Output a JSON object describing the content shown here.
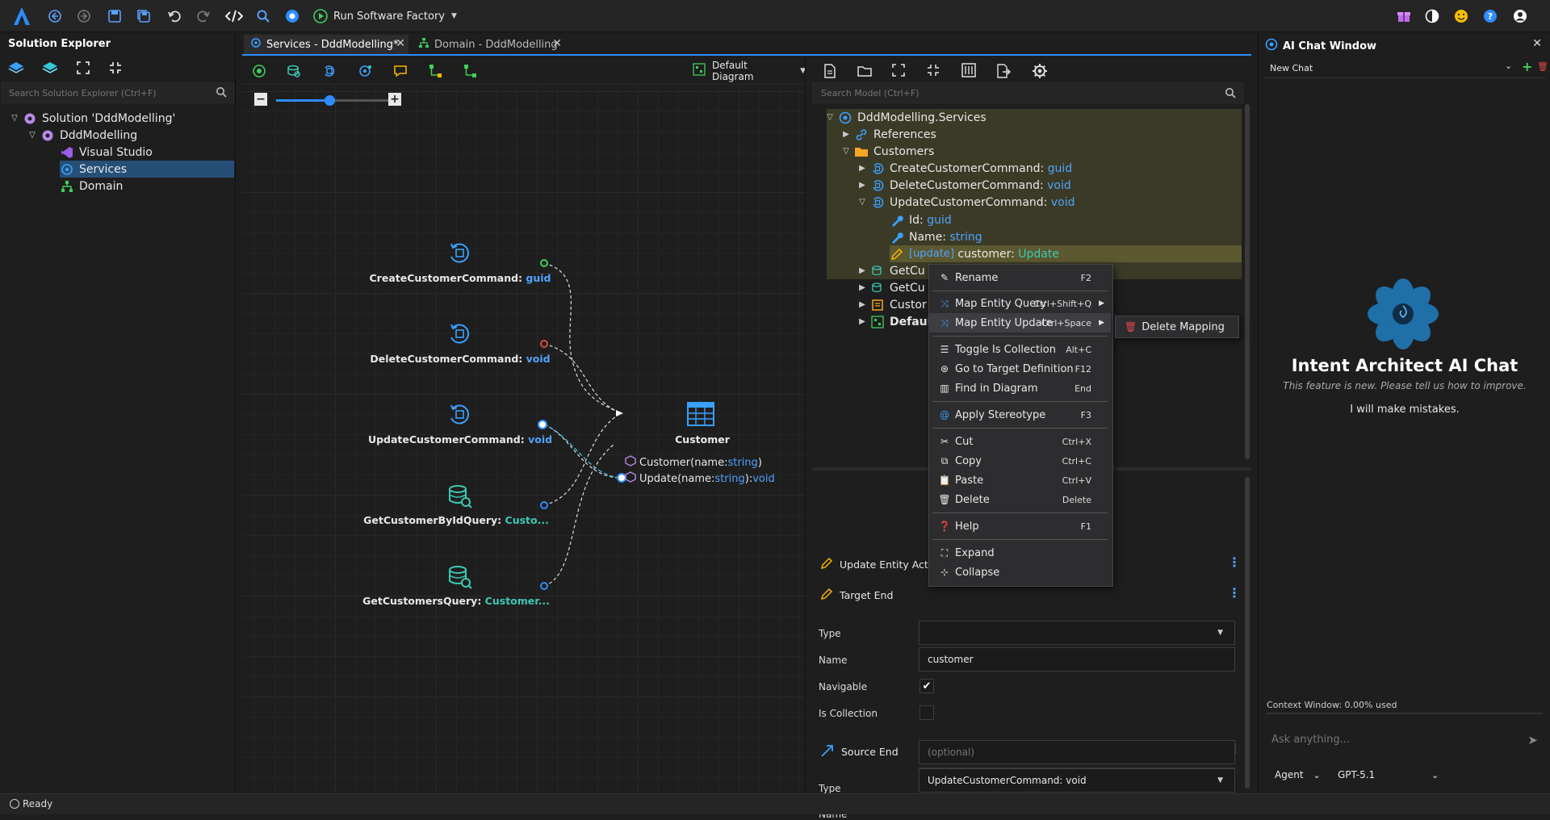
{
  "toolbar": {
    "run_label": "Run Software Factory"
  },
  "solution_explorer": {
    "title": "Solution Explorer",
    "search_placeholder": "Search Solution Explorer (Ctrl+F)",
    "tree": [
      {
        "label": "Solution 'DddModelling'"
      },
      {
        "label": "DddModelling"
      },
      {
        "label": "Visual Studio"
      },
      {
        "label": "Services"
      },
      {
        "label": "Domain"
      }
    ]
  },
  "tabs": [
    {
      "label": "Services - DddModelling*"
    },
    {
      "label": "Domain - DddModelling"
    }
  ],
  "diagram": {
    "selector_label": "Default Diagram",
    "zoom_level": 0.47,
    "nodes": [
      {
        "name": "CreateCustomerCommand",
        "type": "guid"
      },
      {
        "name": "DeleteCustomerCommand",
        "type": "void"
      },
      {
        "name": "UpdateCustomerCommand",
        "type": "void"
      },
      {
        "name": "GetCustomerByIdQuery",
        "type": "Custo..."
      },
      {
        "name": "GetCustomersQuery",
        "type": "Customer..."
      }
    ],
    "entity": {
      "name": "Customer",
      "ops": [
        {
          "name": "Customer",
          "params": "(name: ",
          "ptype": "string",
          "close": ")",
          "ret": ""
        },
        {
          "name": "Update",
          "params": "(name: ",
          "ptype": "string",
          "close": "): ",
          "ret": "void"
        }
      ]
    }
  },
  "model": {
    "search_placeholder": "Search Model (Ctrl+F)",
    "tree": {
      "root": "DddModelling.Services",
      "references": "References",
      "customers": "Customers",
      "create": {
        "name": "CreateCustomerCommand:",
        "type": "guid"
      },
      "delete": {
        "name": "DeleteCustomerCommand:",
        "type": "void"
      },
      "update": {
        "name": "UpdateCustomerCommand:",
        "type": "void"
      },
      "id": {
        "name": "Id:",
        "type": "guid"
      },
      "namefield": {
        "name": "Name:",
        "type": "string"
      },
      "mapping": {
        "stereotype": "[update]",
        "name": "customer:",
        "type": "Update"
      },
      "getcu1": "GetCu",
      "getcu2": "GetCu",
      "custo": "Custor",
      "default": "Default I"
    }
  },
  "context_menu": {
    "items": [
      {
        "label": "Rename",
        "shortcut": "F2"
      },
      {
        "label": "Map Entity Query",
        "shortcut": "Ctrl+Shift+Q"
      },
      {
        "label": "Map Entity Update",
        "shortcut": "Ctrl+Space"
      },
      {
        "label": "Toggle Is Collection",
        "shortcut": "Alt+C"
      },
      {
        "label": "Go to Target Definition",
        "shortcut": "F12"
      },
      {
        "label": "Find in Diagram",
        "shortcut": "End"
      },
      {
        "label": "Apply Stereotype",
        "shortcut": "F3"
      },
      {
        "label": "Cut",
        "shortcut": "Ctrl+X"
      },
      {
        "label": "Copy",
        "shortcut": "Ctrl+C"
      },
      {
        "label": "Paste",
        "shortcut": "Ctrl+V"
      },
      {
        "label": "Delete",
        "shortcut": "Delete"
      },
      {
        "label": "Help",
        "shortcut": "F1"
      },
      {
        "label": "Expand",
        "shortcut": ""
      },
      {
        "label": "Collapse",
        "shortcut": ""
      }
    ],
    "submenu": {
      "label": "Delete Mapping"
    }
  },
  "properties": {
    "update_entity_action": "Update Entity Action",
    "target_end": "Target End",
    "type_label": "Type",
    "name_label": "Name",
    "name_value": "customer",
    "navigable_label": "Navigable",
    "navigable_checked": true,
    "is_collection_label": "Is Collection",
    "is_collection_checked": false,
    "source_end": "Source End",
    "source_type_label": "Type",
    "source_type_value": "UpdateCustomerCommand: void",
    "source_name_label": "Name",
    "source_name_placeholder": "(optional)"
  },
  "ai_chat": {
    "title": "AI Chat Window",
    "chat_select": "New Chat",
    "heading": "Intent Architect AI Chat",
    "subtitle": "This feature is new. Please tell us how to improve.",
    "warning": "I will make mistakes.",
    "context": "Context Window: 0.00% used",
    "input_placeholder": "Ask anything...",
    "mode": "Agent",
    "model": "GPT-5.1"
  },
  "status": {
    "text": "Ready"
  }
}
